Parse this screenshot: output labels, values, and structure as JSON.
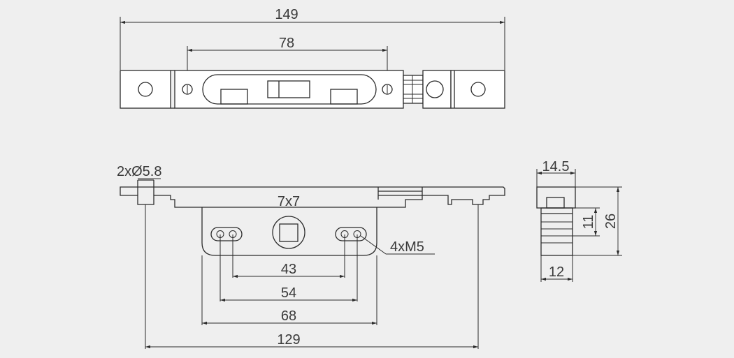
{
  "dimensions": {
    "top_overall": "149",
    "top_holes": "78",
    "hole_dia": "2xØ5.8",
    "square_hole": "7x7",
    "thread": "4xM5",
    "d43": "43",
    "d54": "54",
    "d68": "68",
    "d129": "129",
    "side_width": "14.5",
    "side_height_11": "11",
    "side_height_26": "26",
    "side_base": "12"
  },
  "colors": {
    "background": "#efefef",
    "line": "#2b2b2b"
  }
}
